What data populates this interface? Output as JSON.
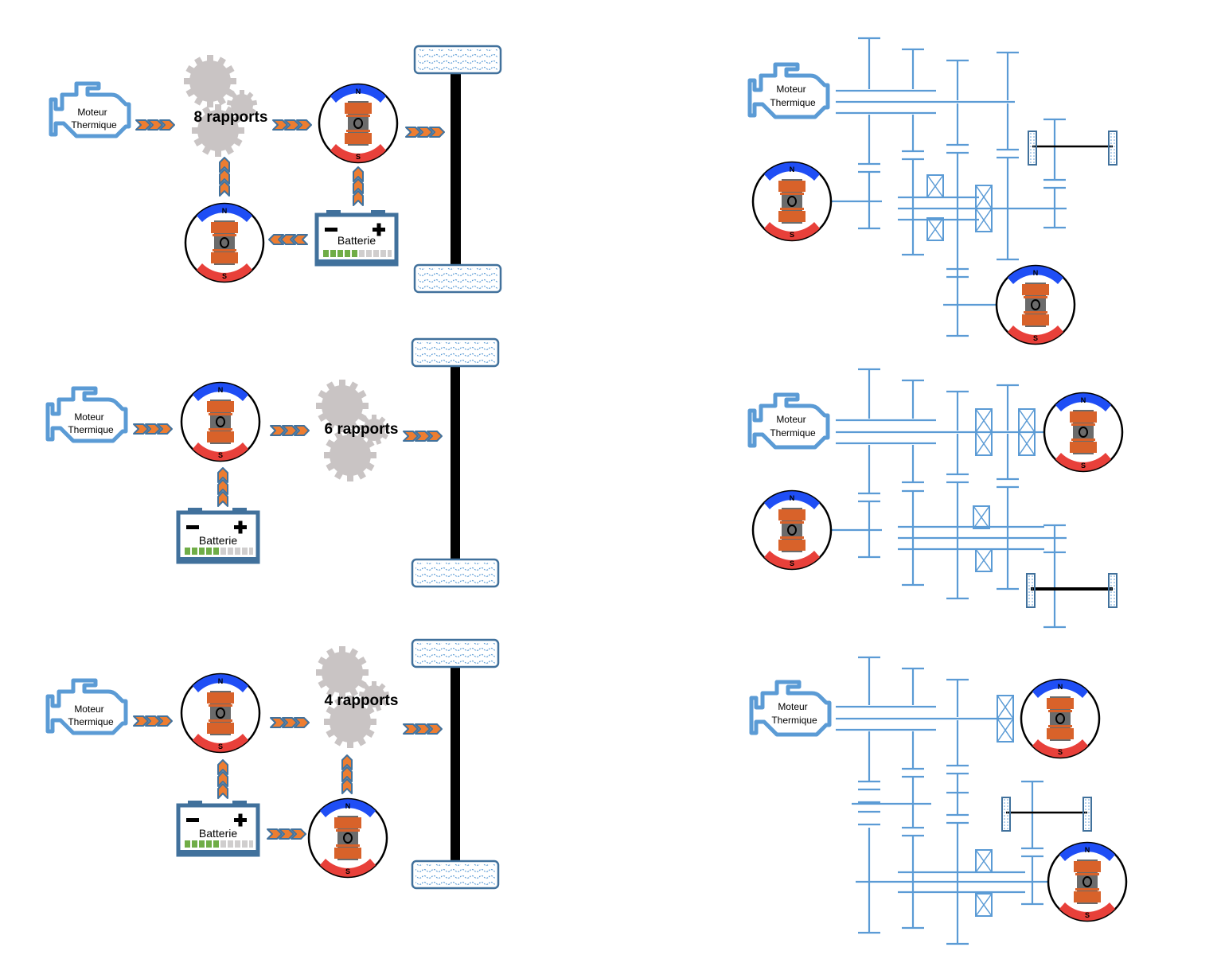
{
  "labels": {
    "engine_line1": "Moteur",
    "engine_line2": "Thermique",
    "battery": "Batterie",
    "north": "N",
    "south": "S"
  },
  "gearboxes": {
    "row1": "8 rapports",
    "row2": "6 rapports",
    "row3": "4 rapports"
  },
  "colors": {
    "engine_outline": "#5b9bd5",
    "shaft_blue": "#5b9bd5",
    "arrow_fill": "#ed7d31",
    "arrow_outline": "#41719c",
    "battery_frame": "#41719c",
    "battery_charged": "#70ad47",
    "battery_empty": "#d0cece",
    "gear_grey": "#c9c4c4",
    "motor_north": "#1f4ef5",
    "motor_south": "#e8403a",
    "motor_coil": "#d8622a",
    "motor_core": "#6b6b6b",
    "axle": "#000000",
    "wheel_fill": "#ffffff",
    "wheel_pattern": "#5b9bd5"
  }
}
